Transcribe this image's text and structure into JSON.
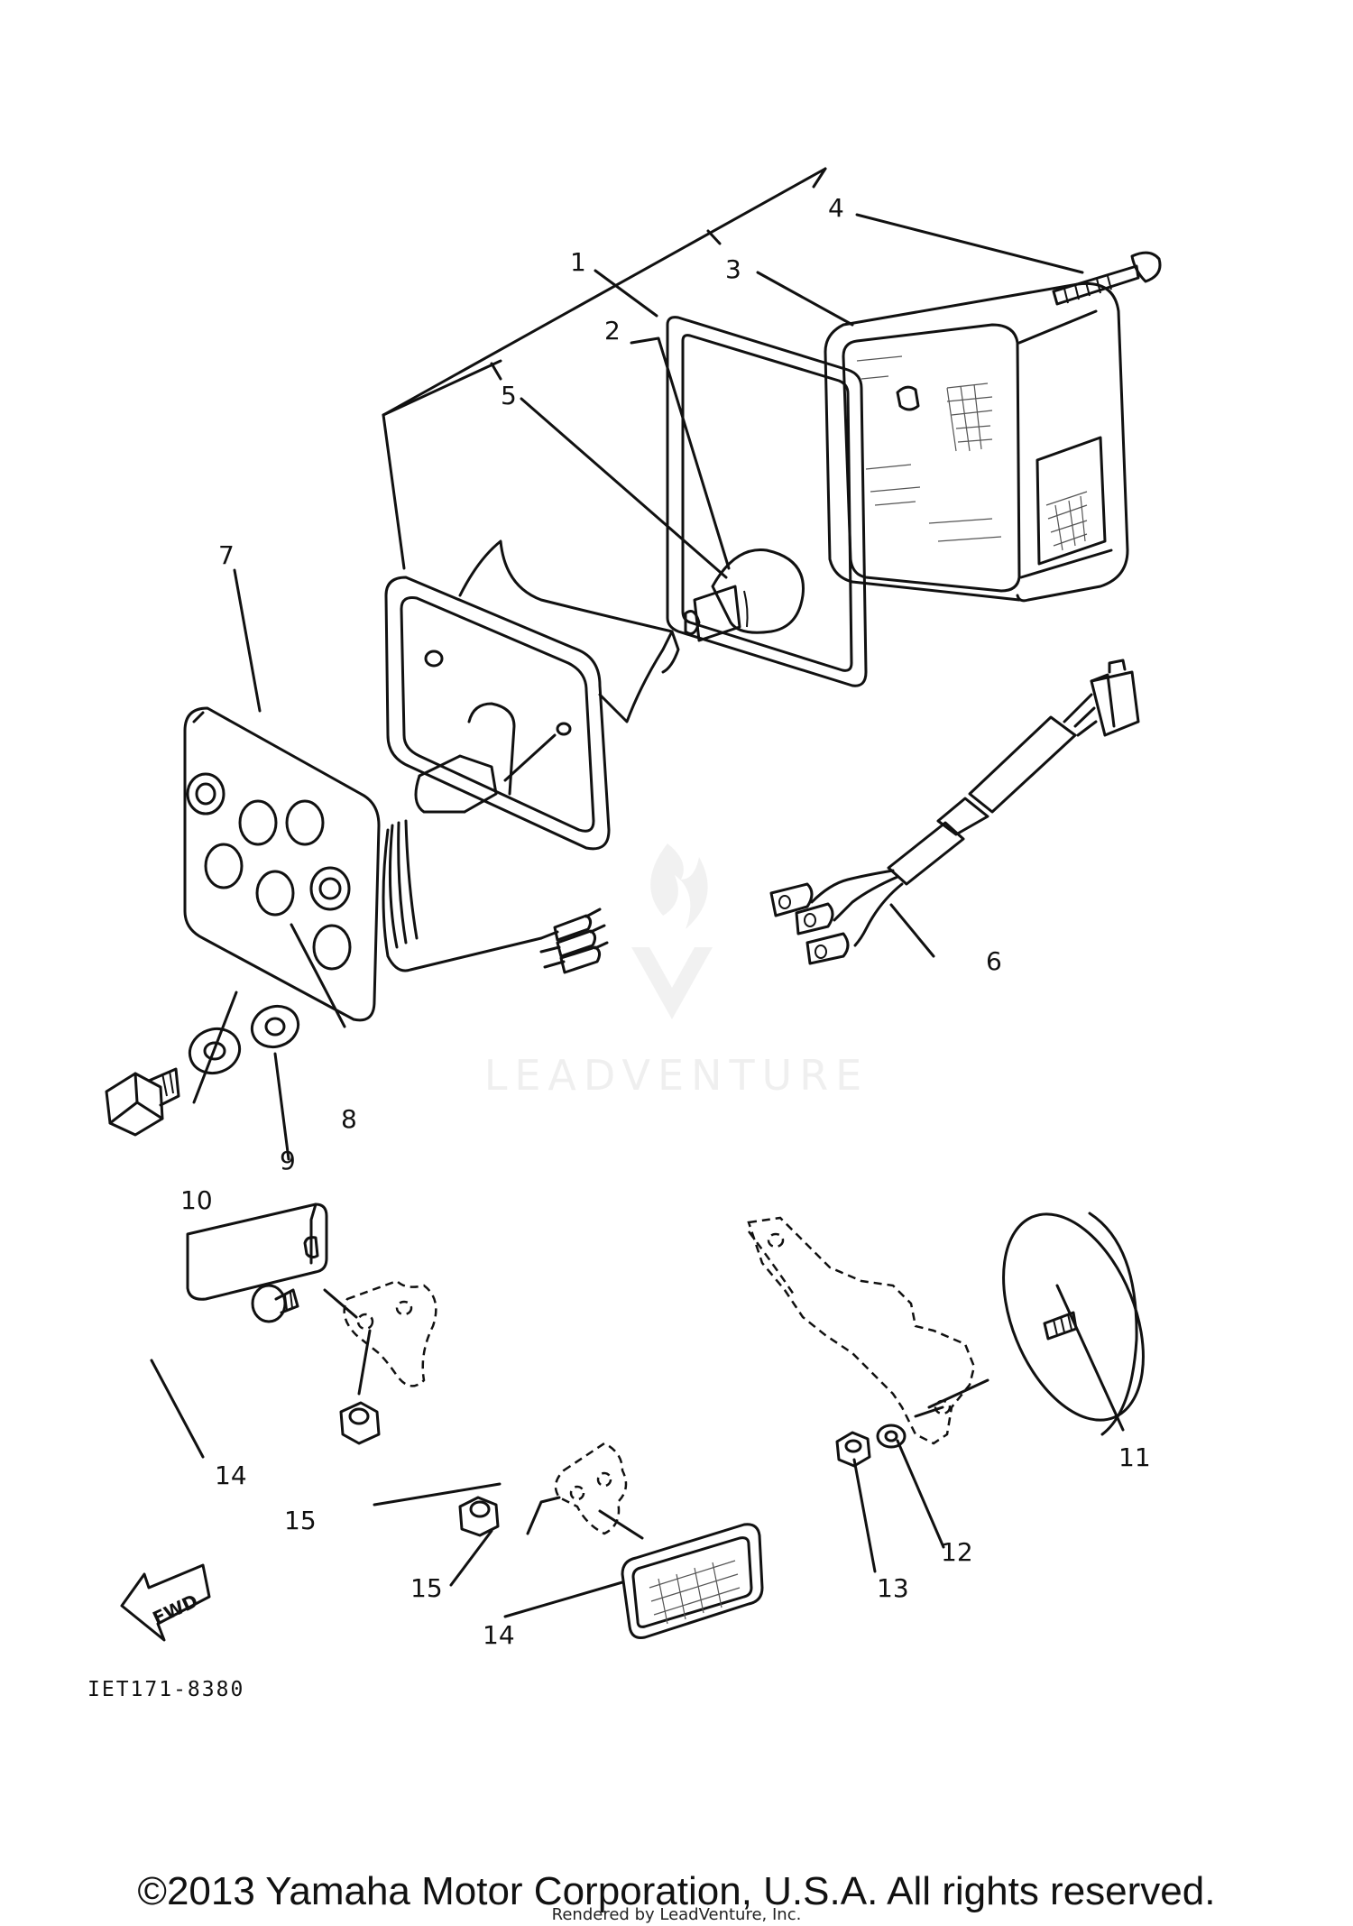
{
  "callouts": {
    "c1": "1",
    "c2": "2",
    "c3": "3",
    "c4": "4",
    "c5": "5",
    "c6": "6",
    "c7": "7",
    "c8": "8",
    "c9": "9",
    "c10": "10",
    "c11": "11",
    "c12": "12",
    "c13": "13",
    "c14a": "14",
    "c14b": "14",
    "c15a": "15",
    "c15b": "15"
  },
  "watermark": "LEADVENTURE",
  "fwd_label": "FWD",
  "diagram_code": "IET171-8380",
  "copyright": "©2013 Yamaha Motor Corporation, U.S.A. All rights reserved.",
  "rendered_by": "Rendered by LeadVenture, Inc."
}
